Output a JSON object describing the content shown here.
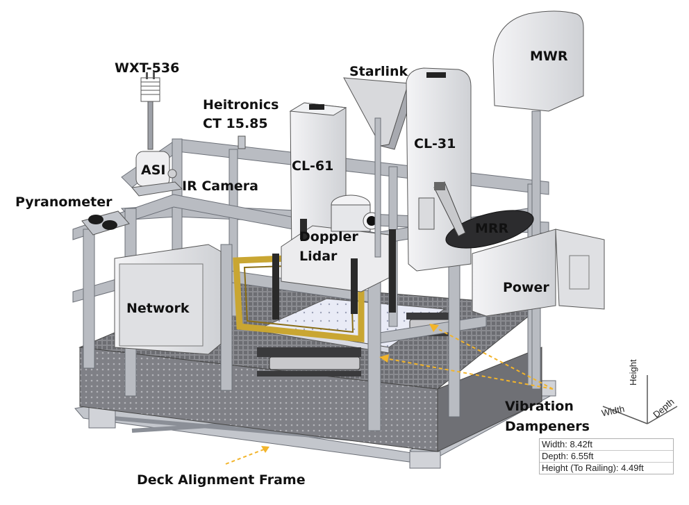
{
  "labels": {
    "wxt": "WXT-536",
    "heitronics_1": "Heitronics",
    "heitronics_2": "CT 15.85",
    "starlink": "Starlink",
    "mwr": "MWR",
    "asi": "ASI",
    "ir_camera": "IR Camera",
    "cl61": "CL-61",
    "cl31": "CL-31",
    "pyranometer": "Pyranometer",
    "mrr": "MRR",
    "doppler_1": "Doppler",
    "doppler_2": "Lidar",
    "network": "Network",
    "power": "Power",
    "vibration_1": "Vibration",
    "vibration_2": "Dampeners",
    "deck": "Deck Alignment Frame"
  },
  "axes": {
    "width": "Width",
    "height": "Height",
    "depth": "Depth"
  },
  "dimensions": [
    "Width: 8.42ft",
    "Depth: 6.55ft",
    "Height (To Railing): 4.49ft"
  ],
  "colors": {
    "steel": "#b9bcc2",
    "steel_dark": "#8a8e96",
    "enclosure": "#e4e5e8",
    "gate": "#c9a632",
    "deck": "#8f9094",
    "arrow": "#f2b42a",
    "rubber": "#2a2a2a"
  }
}
